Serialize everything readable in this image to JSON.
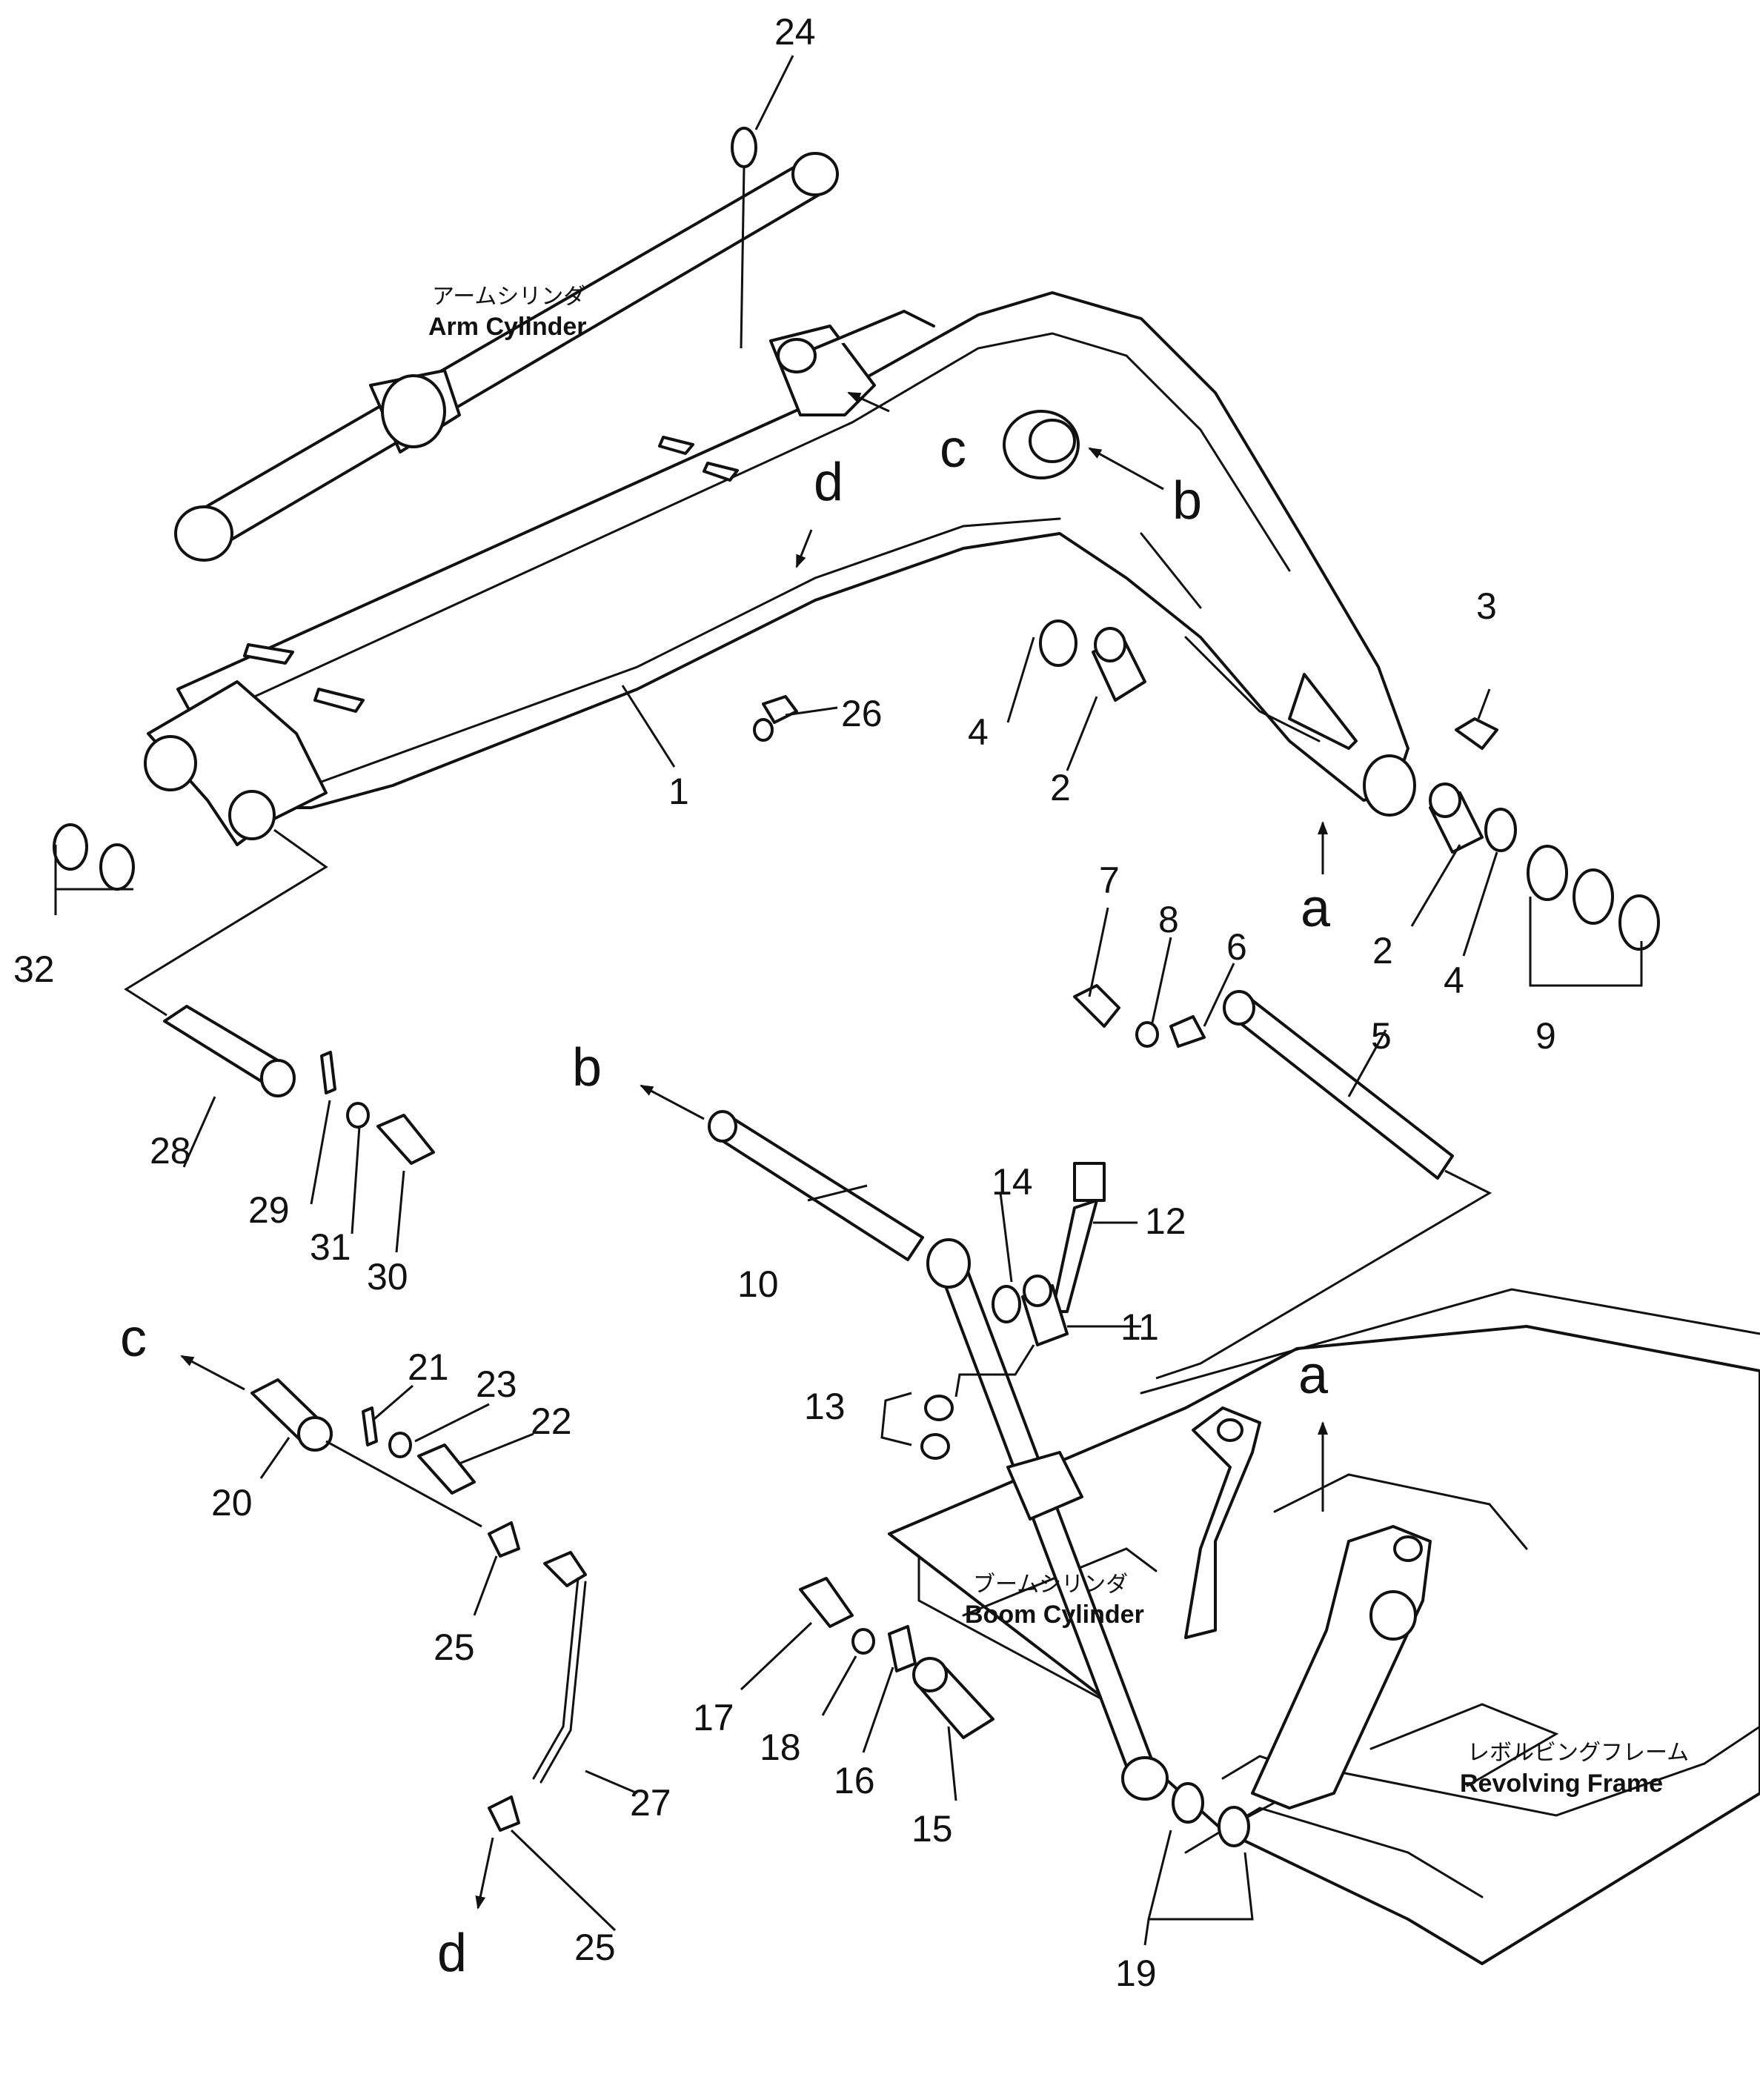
{
  "labels": {
    "arm_cylinder_ja": "アームシリンダ",
    "arm_cylinder_en": "Arm  Cylinder",
    "boom_cylinder_ja": "ブームシリンダ",
    "boom_cylinder_en": "Boom  Cylinder",
    "revolving_frame_ja": "レボルビングフレーム",
    "revolving_frame_en": "Revolving  Frame"
  },
  "refs": {
    "a": "a",
    "b": "b",
    "c": "c",
    "d": "d"
  },
  "parts": {
    "p1": "1",
    "p2": "2",
    "p3": "3",
    "p4": "4",
    "p5": "5",
    "p6": "6",
    "p7": "7",
    "p8": "8",
    "p9": "9",
    "p10": "10",
    "p11": "11",
    "p12": "12",
    "p13": "13",
    "p14": "14",
    "p15": "15",
    "p16": "16",
    "p17": "17",
    "p18": "18",
    "p19": "19",
    "p20": "20",
    "p21": "21",
    "p22": "22",
    "p23": "23",
    "p24": "24",
    "p25": "25",
    "p26": "26",
    "p27": "27",
    "p28": "28",
    "p29": "29",
    "p30": "30",
    "p31": "31",
    "p32": "32"
  }
}
